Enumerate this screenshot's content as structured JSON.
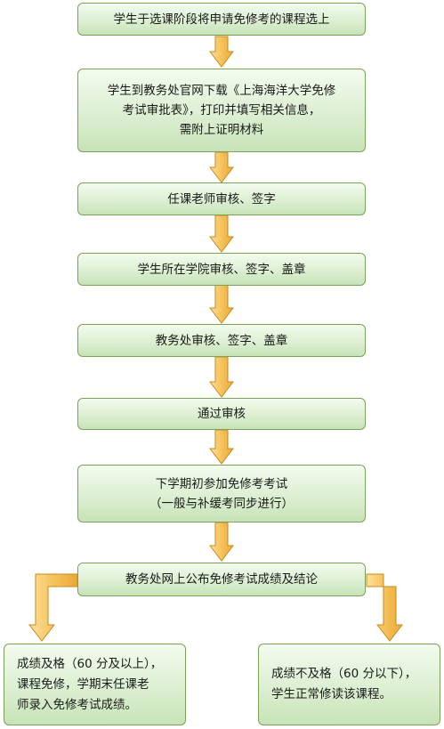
{
  "flow": {
    "step1": "学生于选课阶段将申请免修考的课程选上",
    "step2": "学生到教务处官网下载《上海海洋大学免修\n考试审批表》，打印并填写相关信息，\n需附上证明材料",
    "step3": "任课老师审核、签字",
    "step4": "学生所在学院审核、签字、盖章",
    "step5": "教务处审核、签字、盖章",
    "step6": "通过审核",
    "step7": "下学期初参加免修考考试\n（一般与补缓考同步进行）",
    "step8": "教务处网上公布免修考试成绩及结论",
    "pass": "成绩及格（60 分及以上），\n课程免修，学期末任课老\n师录入免修考试成绩。",
    "fail": "成绩不及格（60 分以下），\n学生正常修读该课程。"
  },
  "colors": {
    "box_border": "#7aa35a",
    "box_fill_top": "#f3fbef",
    "box_fill_bottom": "#c7e3b7",
    "arrow_fill": "#f6c25a",
    "arrow_stroke": "#c98a1c"
  }
}
